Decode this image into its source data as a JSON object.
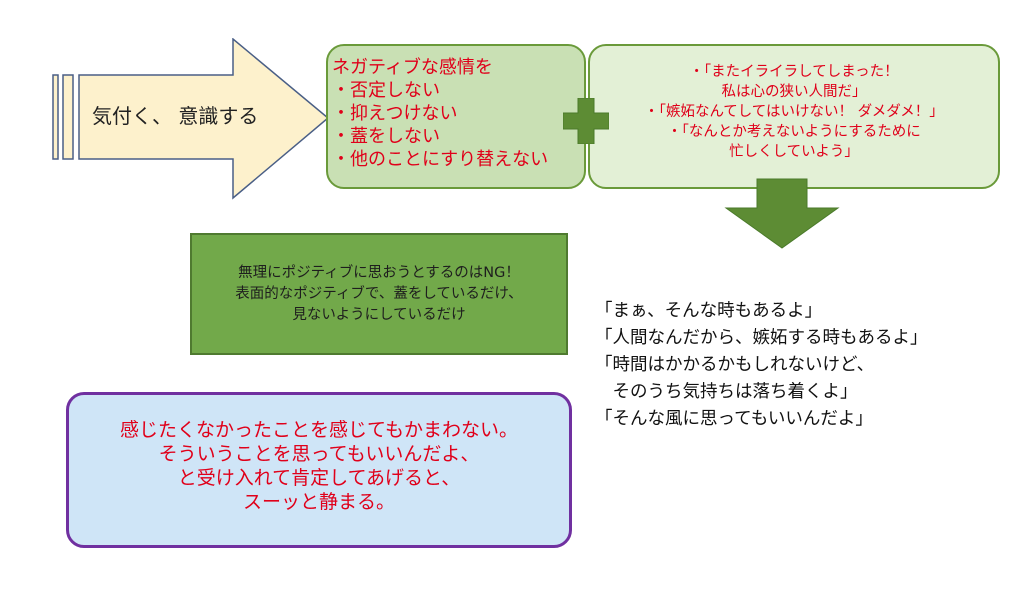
{
  "arrow": {
    "label": "気付く、 意識する"
  },
  "negative_box": {
    "heading": "ネガティブな感情を",
    "items": [
      "・否定しない",
      "・抑えつけない",
      "・蓋をしない",
      "・他のことにすり替えない"
    ]
  },
  "thought_box": {
    "lines": [
      "・「またイライラしてしまった！",
      "私は心の狭い人間だ」",
      "・「嫉妬なんてしてはいけない！ ダメダメ！」",
      "・「なんとか考えないようにするために",
      "忙しくしていよう」"
    ]
  },
  "ng_box": {
    "lines": [
      "無理にポジティブに思おうとするのはNG！",
      "表面的なポジティブで、蓋をしているだけ、",
      "見ないようにしているだけ"
    ]
  },
  "quotes": {
    "lines": [
      "「まぁ、そんな時もあるよ」",
      "「人間なんだから、嫉妬する時もあるよ」",
      "「時間はかかるかもしれないけど、",
      "　そのうち気持ちは落ち着くよ」",
      "「そんな風に思ってもいいんだよ」"
    ]
  },
  "accept_box": {
    "lines": [
      "感じたくなかったことを感じてもかまわない。",
      "そういうことを思ってもいいんだよ、",
      "と受け入れて肯定してあげると、",
      "スーッと静まる。"
    ]
  },
  "colors": {
    "red_text": "#e0001a",
    "arrow_fill": "#fdf1cc",
    "arrow_stroke": "#4a5f86",
    "green_dark": "#5d8c34",
    "accent_purple": "#7030a0"
  }
}
